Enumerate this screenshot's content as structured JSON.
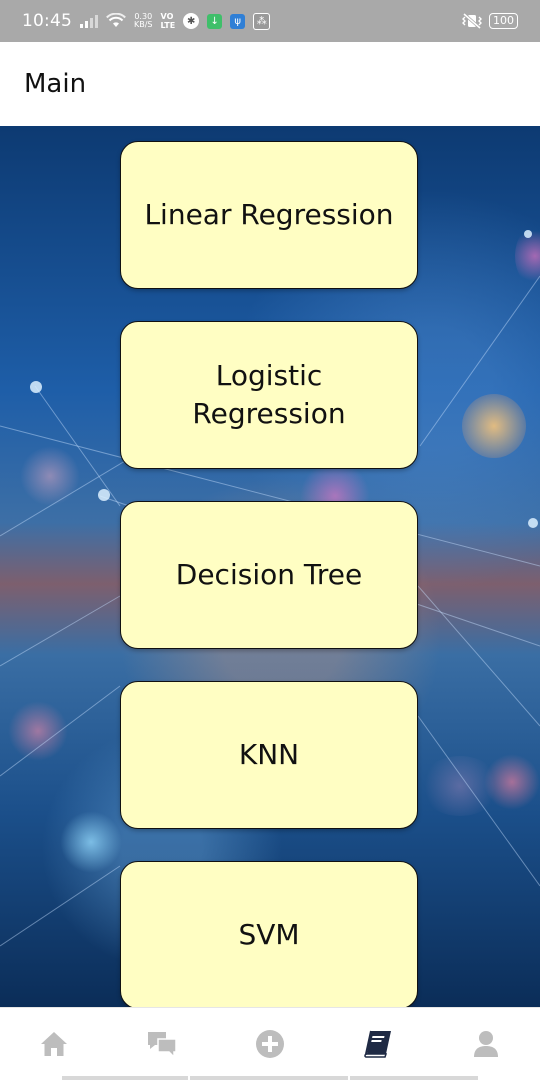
{
  "status_bar": {
    "time": "10:45",
    "speed_value": "0.30",
    "speed_unit": "KB/S",
    "network_top": "VO",
    "network_bottom": "LTE",
    "battery": "100"
  },
  "app_bar": {
    "title": "Main"
  },
  "menu": {
    "items": [
      {
        "label": "Linear Regression"
      },
      {
        "label": "Logistic Regression"
      },
      {
        "label": "Decision Tree"
      },
      {
        "label": "KNN"
      },
      {
        "label": "SVM"
      }
    ]
  },
  "bottom_nav": {
    "items": [
      {
        "icon": "home-icon",
        "active": false
      },
      {
        "icon": "chat-icon",
        "active": false
      },
      {
        "icon": "add-circle-icon",
        "active": false
      },
      {
        "icon": "book-icon",
        "active": true
      },
      {
        "icon": "user-icon",
        "active": false
      }
    ],
    "active_color": "#1f2a44",
    "inactive_color": "#bdbdbd"
  },
  "colors": {
    "status_bar": "#a9a9a9",
    "card_fill": "#fffec3",
    "card_border": "#111111"
  }
}
